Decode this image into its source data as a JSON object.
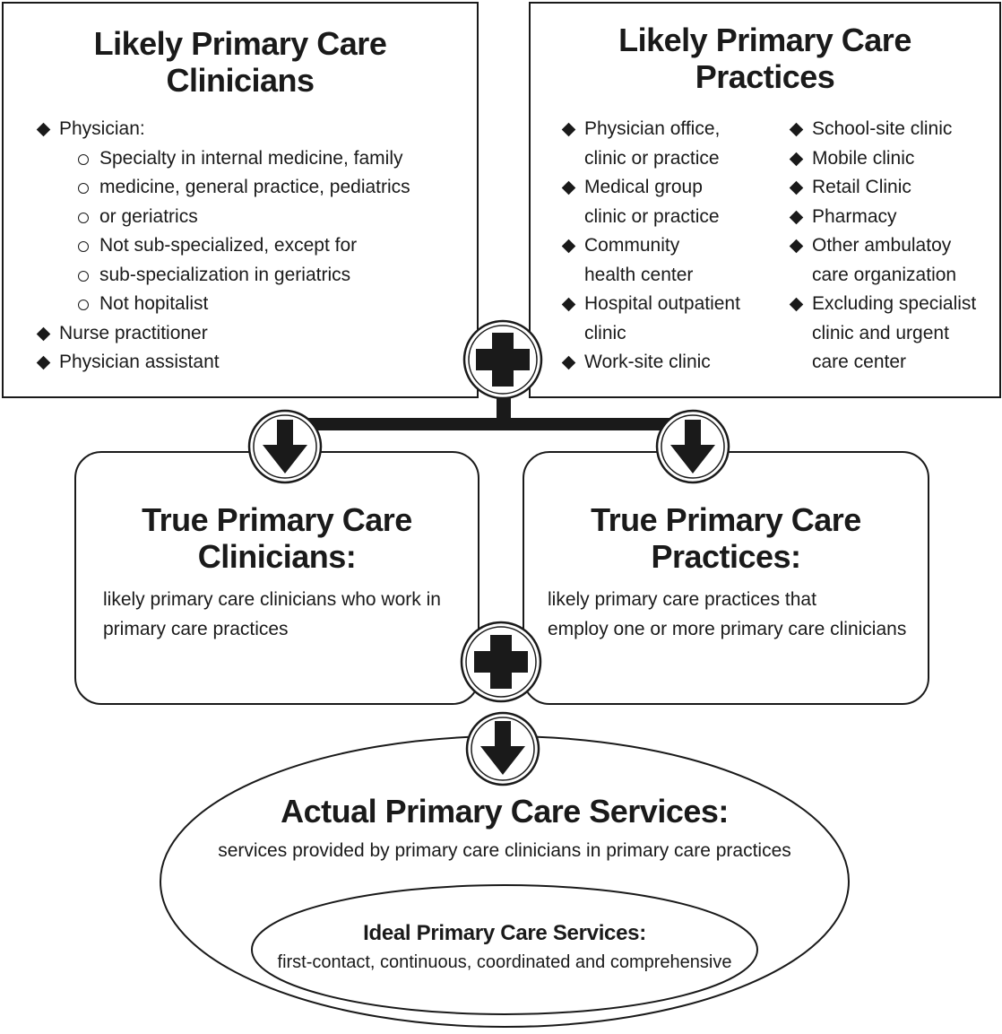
{
  "clinicians_box": {
    "title_line1": "Likely Primary Care",
    "title_line2": "Clinicians",
    "items": [
      {
        "kind": "diamond",
        "text": "Physician:"
      },
      {
        "kind": "circle",
        "text": "Specialty in internal medicine, family"
      },
      {
        "kind": "cont",
        "text": "medicine, general practice, pediatrics"
      },
      {
        "kind": "cont",
        "text": "or geriatrics"
      },
      {
        "kind": "circle",
        "text": "Not sub-specialized, except for"
      },
      {
        "kind": "cont",
        "text": "sub-specialization in geriatrics"
      },
      {
        "kind": "circle",
        "text": "Not hopitalist"
      },
      {
        "kind": "diamond",
        "text": "Nurse practitioner"
      },
      {
        "kind": "diamond",
        "text": "Physician assistant"
      }
    ]
  },
  "practices_box": {
    "title_line1": "Likely Primary Care",
    "title_line2": "Practices",
    "col1": [
      {
        "line1": "Physician office,",
        "line2": "clinic or practice"
      },
      {
        "line1": "Medical group",
        "line2": "clinic or practice"
      },
      {
        "line1": "Community",
        "line2": "health center"
      },
      {
        "line1": "Hospital outpatient",
        "line2": "clinic"
      },
      {
        "line1": "Work-site clinic",
        "line2": ""
      }
    ],
    "col2": [
      {
        "line1": "School-site clinic",
        "line2": ""
      },
      {
        "line1": "Mobile clinic",
        "line2": ""
      },
      {
        "line1": "Retail Clinic",
        "line2": ""
      },
      {
        "line1": "Pharmacy",
        "line2": ""
      },
      {
        "line1": "Other ambulatoy",
        "line2": "care organization"
      },
      {
        "line1": "Excluding specialist",
        "line2": "clinic and urgent",
        "line3": "care center"
      }
    ]
  },
  "true_clinicians": {
    "title_line1": "True Primary Care",
    "title_line2": "Clinicians:",
    "desc_line1": "likely primary care clinicians who work in",
    "desc_line2": "primary care practices"
  },
  "true_practices": {
    "title_line1": "True Primary Care",
    "title_line2": "Practices:",
    "desc_line1": "likely primary care practices that",
    "desc_line2": "employ one or more primary care clinicians"
  },
  "actual_services": {
    "title": "Actual Primary Care Services:",
    "desc": "services provided by primary care clinicians in primary care practices"
  },
  "ideal_services": {
    "title": "Ideal Primary Care Services:",
    "desc": "first-contact, continuous, coordinated and comprehensive"
  },
  "icons": {
    "plus": "plus-icon",
    "arrow": "arrow-down-icon"
  },
  "colors": {
    "ink": "#1a1a1a",
    "background": "#ffffff"
  }
}
